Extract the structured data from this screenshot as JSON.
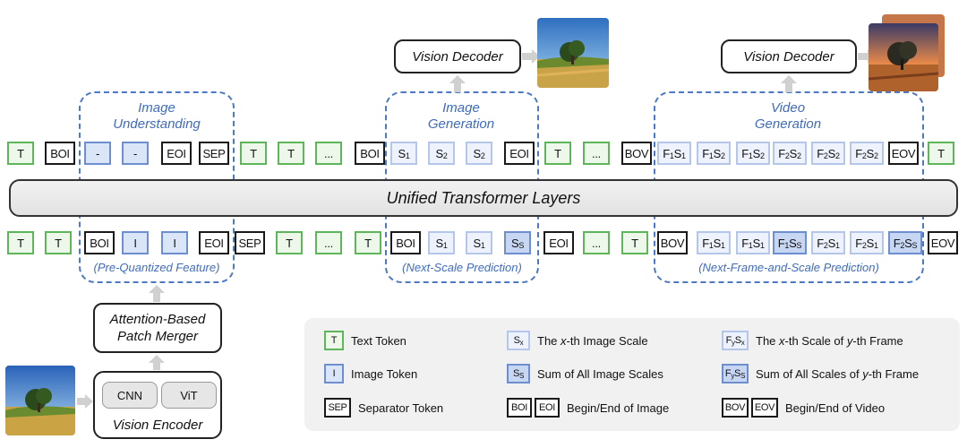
{
  "sections": {
    "understanding": {
      "title_line1": "Image",
      "title_line2": "Understanding",
      "caption": "(Pre-Quantized Feature)"
    },
    "generation": {
      "title_line1": "Image",
      "title_line2": "Generation",
      "caption": "(Next-Scale Prediction)"
    },
    "video": {
      "title_line1": "Video",
      "title_line2": "Generation",
      "caption": "(Next-Frame-and-Scale Prediction)"
    }
  },
  "decoders": {
    "left": "Vision Decoder",
    "right": "Vision Decoder"
  },
  "unified_label": "Unified Transformer Layers",
  "merger": {
    "line1": "Attention-Based",
    "line2": "Patch Merger"
  },
  "encoder": {
    "cnn": "CNN",
    "vit": "ViT",
    "label": "Vision Encoder"
  },
  "top_row": [
    {
      "t": "T",
      "k": "text"
    },
    {
      "t": "BOI",
      "k": "special"
    },
    {
      "t": "-",
      "k": "image"
    },
    {
      "t": "-",
      "k": "image"
    },
    {
      "t": "EOI",
      "k": "special"
    },
    {
      "t": "SEP",
      "k": "special"
    },
    {
      "t": "T",
      "k": "text"
    },
    {
      "t": "T",
      "k": "text"
    },
    {
      "t": "...",
      "k": "text"
    },
    {
      "t": "BOI",
      "k": "special"
    },
    {
      "t": "S",
      "s": "1",
      "k": "scale"
    },
    {
      "t": "S",
      "s": "2",
      "k": "scale"
    },
    {
      "t": "S",
      "s": "2",
      "k": "scale"
    },
    {
      "t": "EOI",
      "k": "special"
    },
    {
      "t": "T",
      "k": "text"
    },
    {
      "t": "...",
      "k": "text"
    },
    {
      "t": "BOV",
      "k": "special"
    },
    {
      "t": "F1S1",
      "k": "scale"
    },
    {
      "t": "F1S2",
      "k": "scale"
    },
    {
      "t": "F1S2",
      "k": "scale"
    },
    {
      "t": "F2S2",
      "k": "scale"
    },
    {
      "t": "F2S2",
      "k": "scale"
    },
    {
      "t": "F2S2",
      "k": "scale"
    },
    {
      "t": "EOV",
      "k": "special"
    },
    {
      "t": "T",
      "k": "text"
    }
  ],
  "bottom_row": [
    {
      "t": "T",
      "k": "text"
    },
    {
      "t": "T",
      "k": "text"
    },
    {
      "t": "BOI",
      "k": "special"
    },
    {
      "t": "I",
      "k": "image"
    },
    {
      "t": "I",
      "k": "image"
    },
    {
      "t": "EOI",
      "k": "special"
    },
    {
      "t": "SEP",
      "k": "special"
    },
    {
      "t": "T",
      "k": "text"
    },
    {
      "t": "...",
      "k": "text"
    },
    {
      "t": "T",
      "k": "text"
    },
    {
      "t": "BOI",
      "k": "special"
    },
    {
      "t": "S",
      "s": "1",
      "k": "scale"
    },
    {
      "t": "S",
      "s": "1",
      "k": "scale"
    },
    {
      "t": "S",
      "s": "S",
      "k": "sum"
    },
    {
      "t": "EOI",
      "k": "special"
    },
    {
      "t": "...",
      "k": "text"
    },
    {
      "t": "T",
      "k": "text"
    },
    {
      "t": "BOV",
      "k": "special"
    },
    {
      "t": "F1S1",
      "k": "scale"
    },
    {
      "t": "F1S1",
      "k": "scale"
    },
    {
      "t": "F1SS",
      "k": "sum"
    },
    {
      "t": "F2S1",
      "k": "scale"
    },
    {
      "t": "F2S1",
      "k": "scale"
    },
    {
      "t": "F2SS",
      "k": "sum"
    },
    {
      "t": "EOV",
      "k": "special"
    }
  ],
  "legend": {
    "text_token": {
      "chip": "T",
      "label": "Text Token"
    },
    "image_token": {
      "chip": "I",
      "label": "Image Token"
    },
    "separator": {
      "chip": "SEP",
      "label": "Separator Token"
    },
    "scale": {
      "chip": "S",
      "chip_sub": "x",
      "label_a": "The ",
      "label_var": "x",
      "label_b": "-th Image Scale"
    },
    "sum_scale": {
      "chip": "S",
      "chip_sub": "S",
      "label": "Sum of All Image Scales"
    },
    "begin_end_image": {
      "chip1": "BOI",
      "chip2": "EOI",
      "label": "Begin/End of Image"
    },
    "frame_scale": {
      "label_a": "The ",
      "label_var1": "x",
      "label_b": "-th Scale of ",
      "label_var2": "y",
      "label_c": "-th Frame"
    },
    "frame_sum": {
      "label_a": "Sum of All Scales of ",
      "label_var": "y",
      "label_b": "-th Frame"
    },
    "begin_end_video": {
      "chip1": "BOV",
      "chip2": "EOV",
      "label": "Begin/End of Video"
    }
  }
}
